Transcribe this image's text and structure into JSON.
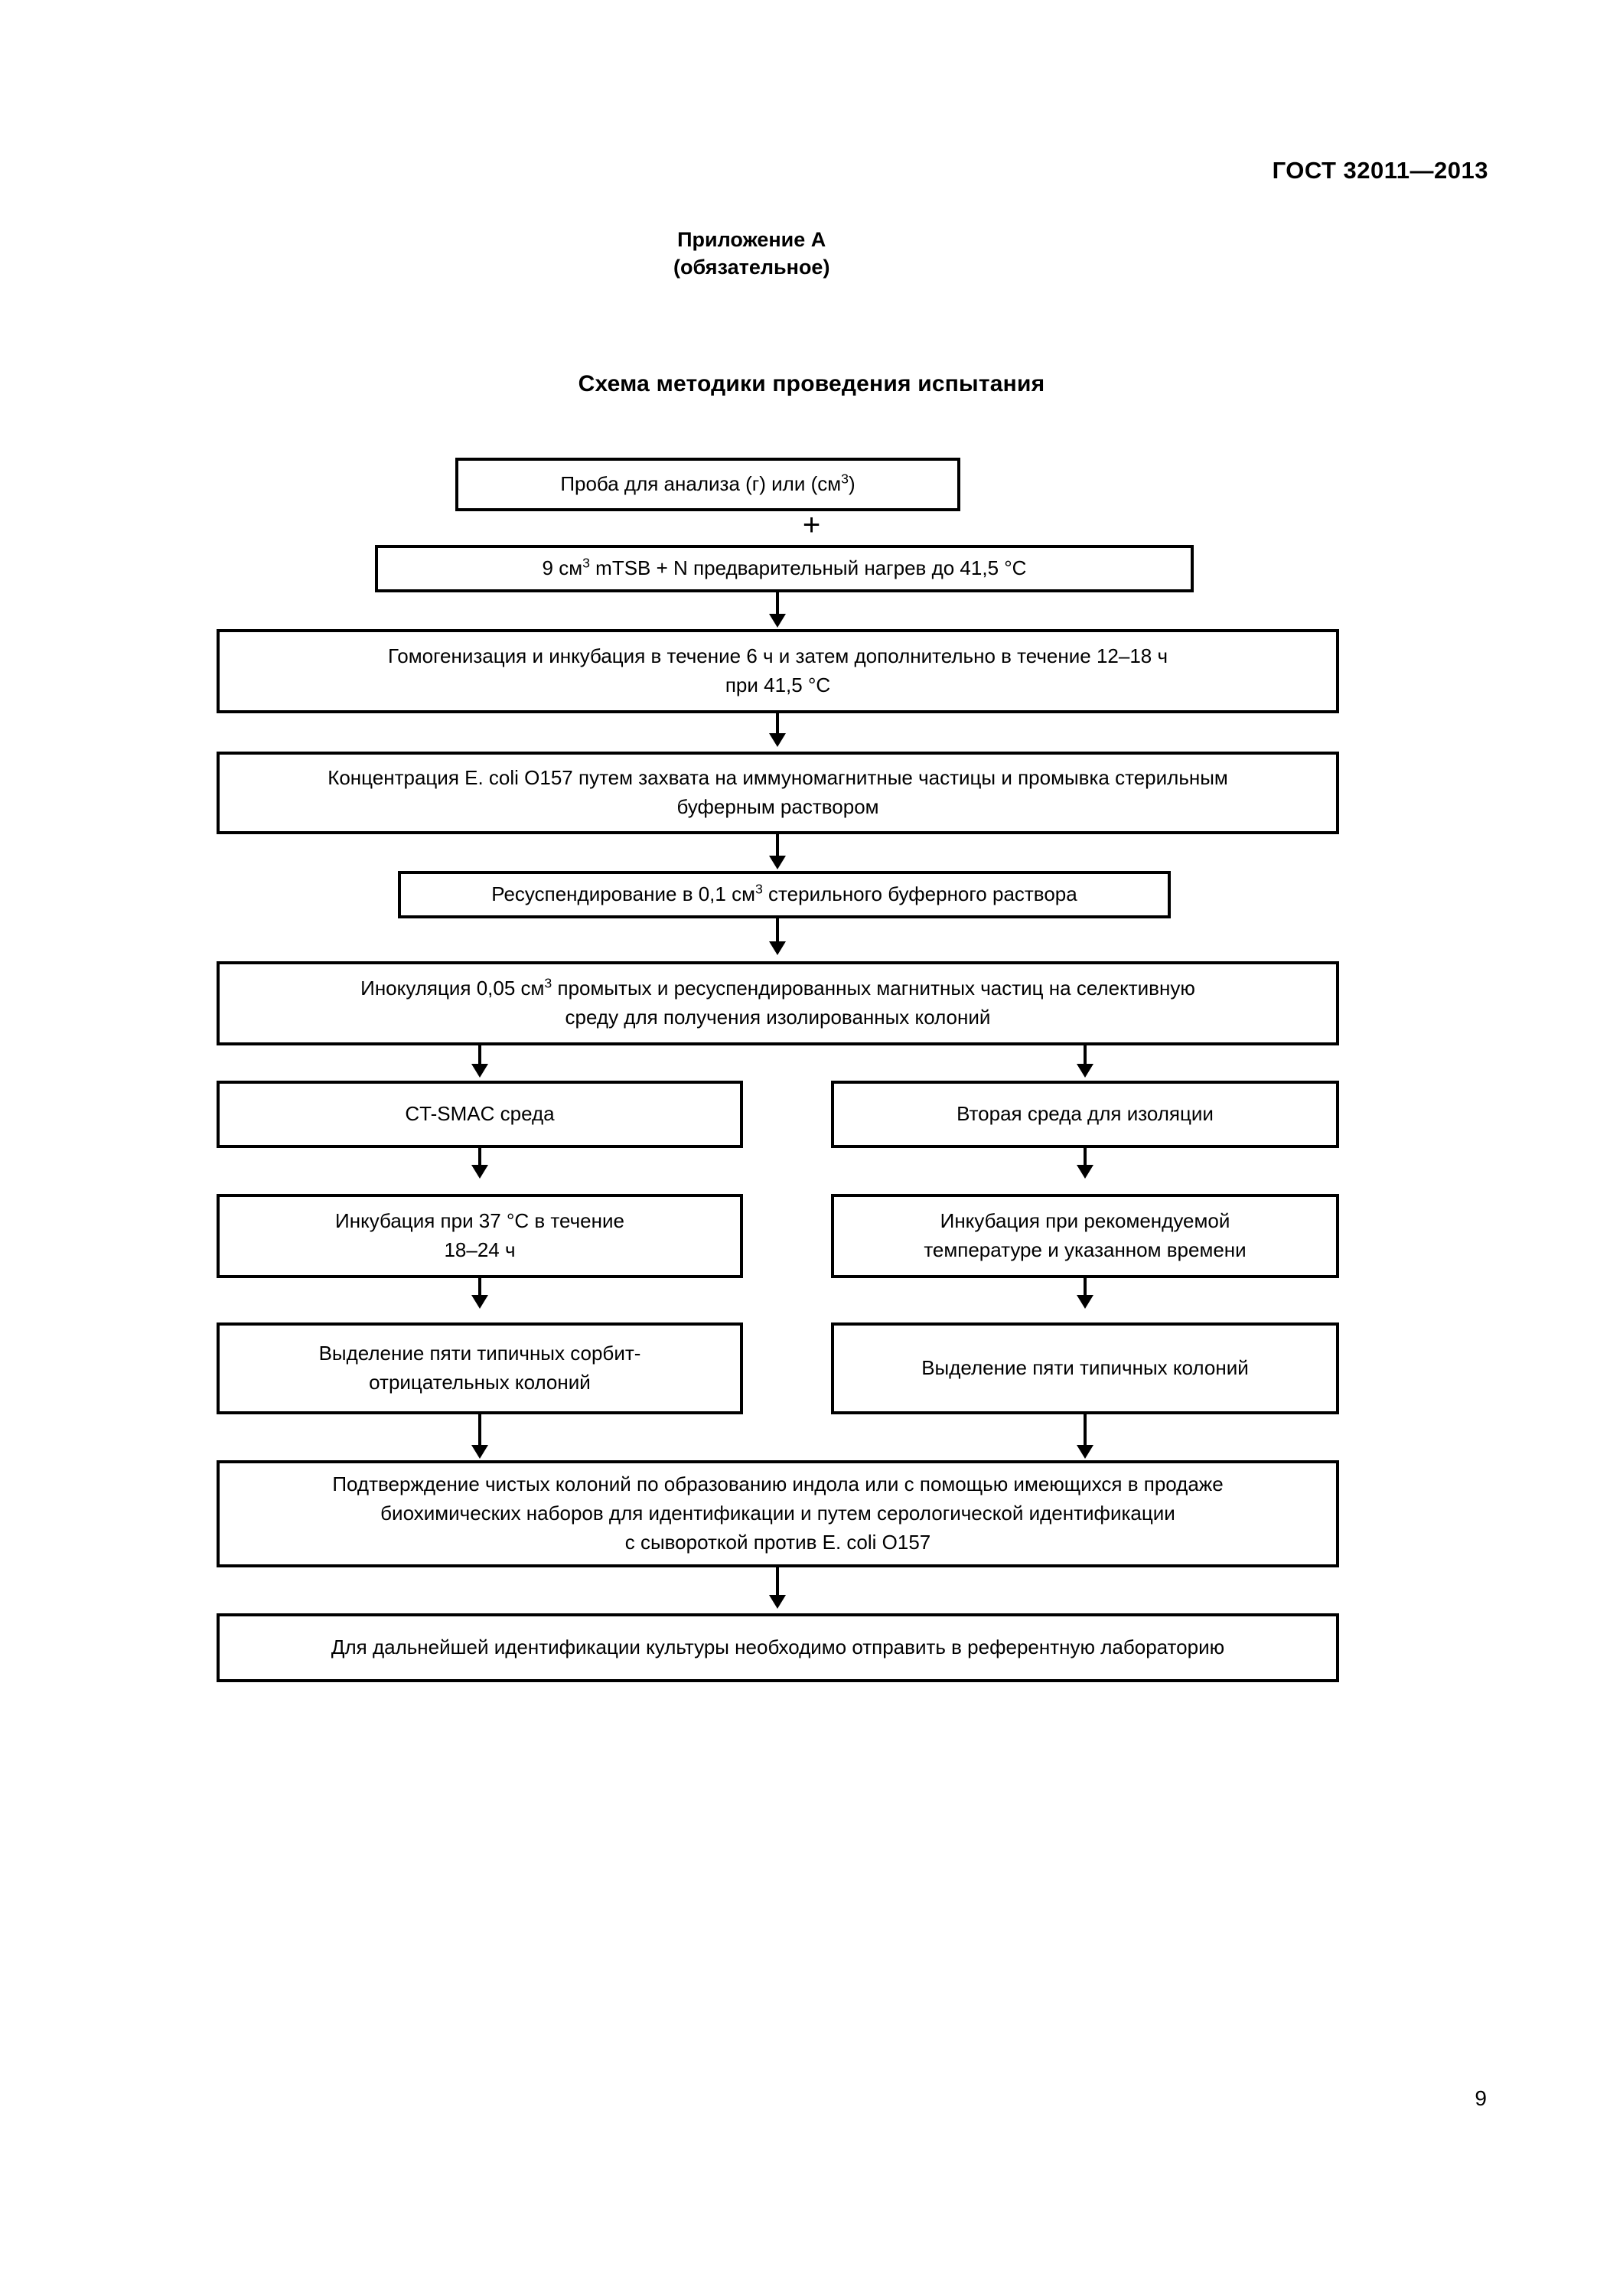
{
  "document": {
    "standard_number": "ГОСТ 32011—2013",
    "page_number": "9"
  },
  "annex": {
    "title": "Приложение А",
    "subtitle": "(обязательное)"
  },
  "scheme": {
    "title": "Схема методики проведения испытания",
    "operator_plus": "+",
    "nodes": [
      {
        "id": "n1",
        "line1_pre": "Проба для анализа (г) или (см",
        "line1_sup": "3",
        "line1_post": ")"
      },
      {
        "id": "n2",
        "line1_pre": "9 см",
        "line1_sup": "3",
        "line1_post": " mTSB + N предварительный нагрев до 41,5 °C"
      },
      {
        "id": "n3",
        "line1": "Гомогенизация и инкубация в течение 6 ч и затем дополнительно в течение 12–18 ч",
        "line2": "при 41,5 °C"
      },
      {
        "id": "n4",
        "line1": "Концентрация E. coli O157 путем захвата на иммуномагнитные частицы и промывка стерильным",
        "line2": "буферным раствором"
      },
      {
        "id": "n5",
        "line1_pre": "Ресуспендирование в 0,1 см",
        "line1_sup": "3",
        "line1_post": " стерильного буферного раствора"
      },
      {
        "id": "n6",
        "line1_pre": "Инокуляция 0,05 см",
        "line1_sup": "3",
        "line1_post": " промытых и ресуспендированных магнитных частиц на селективную",
        "line2": "среду для получения изолированных колоний"
      },
      {
        "id": "n7a",
        "line1": "CT-SMAC среда"
      },
      {
        "id": "n7b",
        "line1": "Вторая среда для изоляции"
      },
      {
        "id": "n8a",
        "line1": "Инкубация при 37 °C в течение",
        "line2": "18–24 ч"
      },
      {
        "id": "n8b",
        "line1": "Инкубация при рекомендуемой",
        "line2": "температуре и указанном времени"
      },
      {
        "id": "n9a",
        "line1": "Выделение пяти типичных сорбит-",
        "line2": "отрицательных колоний"
      },
      {
        "id": "n9b",
        "line1": "Выделение пяти типичных колоний"
      },
      {
        "id": "n10",
        "line1": "Подтверждение чистых колоний по образованию индола или с помощью имеющихся в продаже",
        "line2": "биохимических наборов для идентификации и путем серологической идентификации",
        "line3": "с сывороткой против E. coli O157"
      },
      {
        "id": "n11",
        "line1": "Для дальнейшей идентификации культуры необходимо отправить в референтную лабораторию"
      }
    ]
  }
}
